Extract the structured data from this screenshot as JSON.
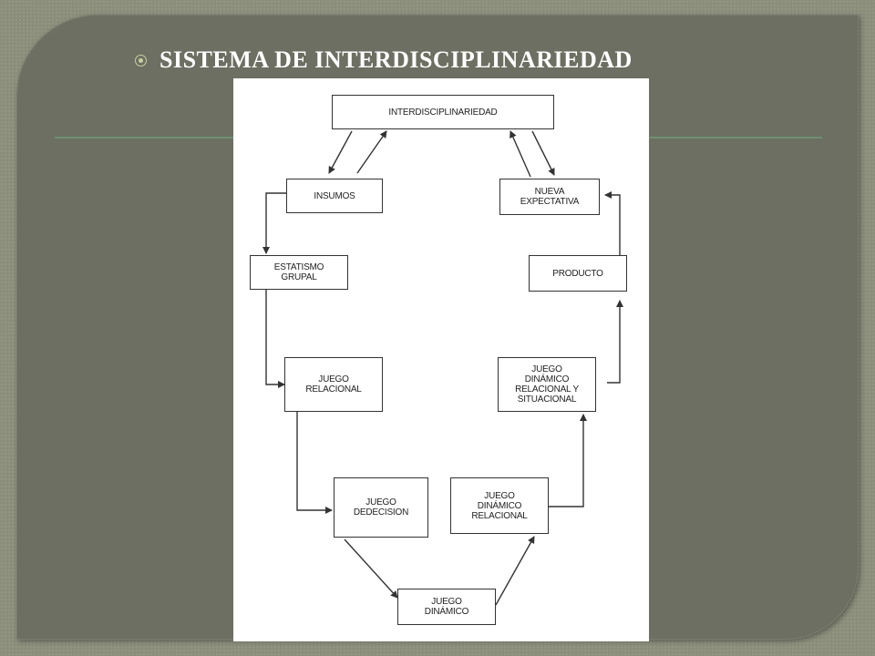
{
  "slide": {
    "title": "SISTEMA DE INTERDISCIPLINARIEDAD"
  },
  "diagram": {
    "nodes": {
      "interdisciplinariedad": "INTERDISCIPLINARIEDAD",
      "insumos": "INSUMOS",
      "nueva_expectativa": "NUEVA\nEXPECTATIVA",
      "estatismo_grupal": "ESTATISMO\nGRUPAL",
      "producto": "PRODUCTO",
      "juego_relacional": "JUEGO\nRELACIONAL",
      "juego_dinamico_relacional_situacional": "JUEGO\nDINÁMICO\nRELACIONAL Y\nSITUACIONAL",
      "juego_de_decision": "JUEGO\nDEDECISION",
      "juego_dinamico_relacional": "JUEGO\nDINÁMICO\nRELACIONAL",
      "juego_dinamico": "JUEGO\nDINÁMICO"
    }
  }
}
